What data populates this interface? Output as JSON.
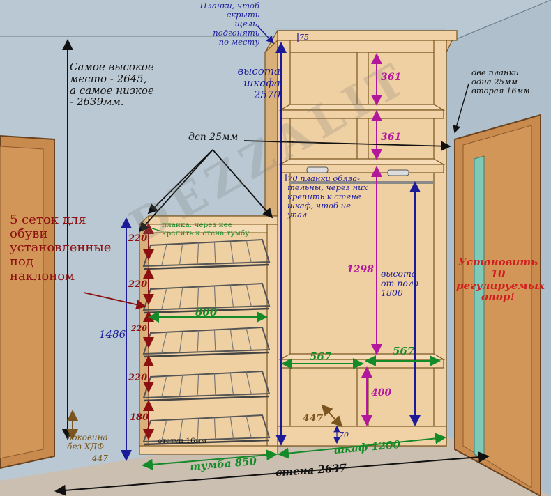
{
  "palette": {
    "wall": "#b9c8d2",
    "floor": "#cbbfb2",
    "board": "#f1d2a6",
    "board_dark": "#d9b07a",
    "door": "#c98a4e",
    "blue": "#1b1b9a",
    "magenta": "#b3179b",
    "green": "#148a28",
    "darkred": "#8c1010",
    "red": "#d11e1e",
    "brown": "#7a5520",
    "black": "#111111"
  },
  "watermark": "DEZZALIT",
  "labels": {
    "planki_top": "Планки, чтоб\nскрыть щель,\nподгонять\nпо месту",
    "dim_75": "75",
    "max_height_note": "Самое высокое\nместо - 2645,\nа самое низкое\n- 2639мм.",
    "cabinet_height": "высота\nшкафа\n2570",
    "dim_361_a": "361",
    "dim_361_b": "361",
    "two_strips": "две планки\nодна 25мм\nвторая 16мм.",
    "dsp": "дсп 25мм",
    "strips_70": "70 планки обяза-\nтельны, через них\nкрепить к стене\nшкаф, чтоб не\nупал",
    "plank_note": "планка. через нее\nкрепить к стена тумбу",
    "shoe_racks": "5 сеток для\nобуви\nустановленные\nпод\nнаклоном",
    "dim_220_1": "220",
    "dim_220_2": "220",
    "dim_220_3": "220",
    "dim_220_4": "220",
    "dim_180": "180",
    "dim_1486": "1486",
    "dim_800": "800",
    "dim_1298": "1298",
    "floor_height": "высота\nот пола\n1800",
    "adjustable": "Установить 10\nрегулируемых\nопор!",
    "dim_567_a": "567",
    "dim_567_b": "567",
    "dim_400": "400",
    "dim_447": "447",
    "dim_447_b": "447",
    "dim_70_bottom": "70",
    "side_panel": "боковина\nбез ХДФ",
    "offset_16": "отступ 16мм",
    "tumba": "тумба 850",
    "shkaf": "шкаф 1200",
    "wall_total": "стена 2637"
  }
}
